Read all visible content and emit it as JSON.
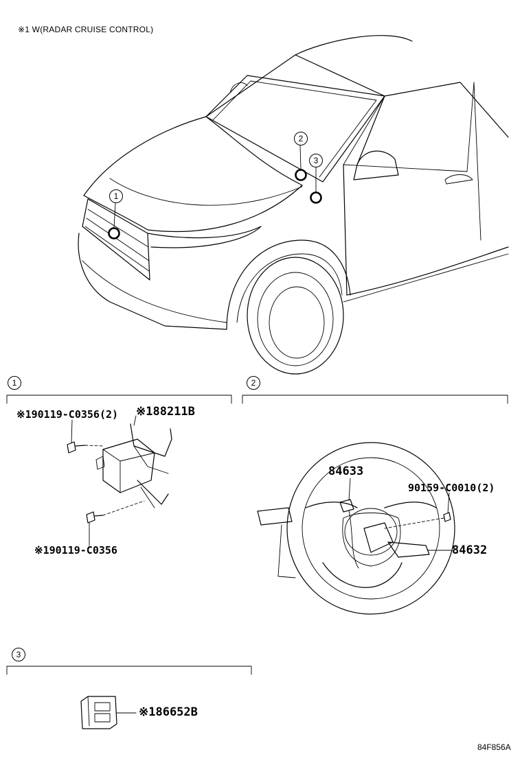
{
  "header_note": "※1 W(RADAR CRUISE CONTROL)",
  "overview_callouts": [
    "1",
    "2",
    "3"
  ],
  "sections": [
    {
      "number": "1",
      "parts": {
        "bolt_upper": "※190119-C0356(2)",
        "bracket": "※188211B",
        "bolt_lower": "※190119-C0356"
      }
    },
    {
      "number": "2",
      "parts": {
        "switch_left": "84633",
        "screw": "90159-C0010(2)",
        "switch_right": "84632"
      }
    },
    {
      "number": "3",
      "parts": {
        "sensor": "※186652B"
      }
    }
  ],
  "figure_code": "84F856A"
}
